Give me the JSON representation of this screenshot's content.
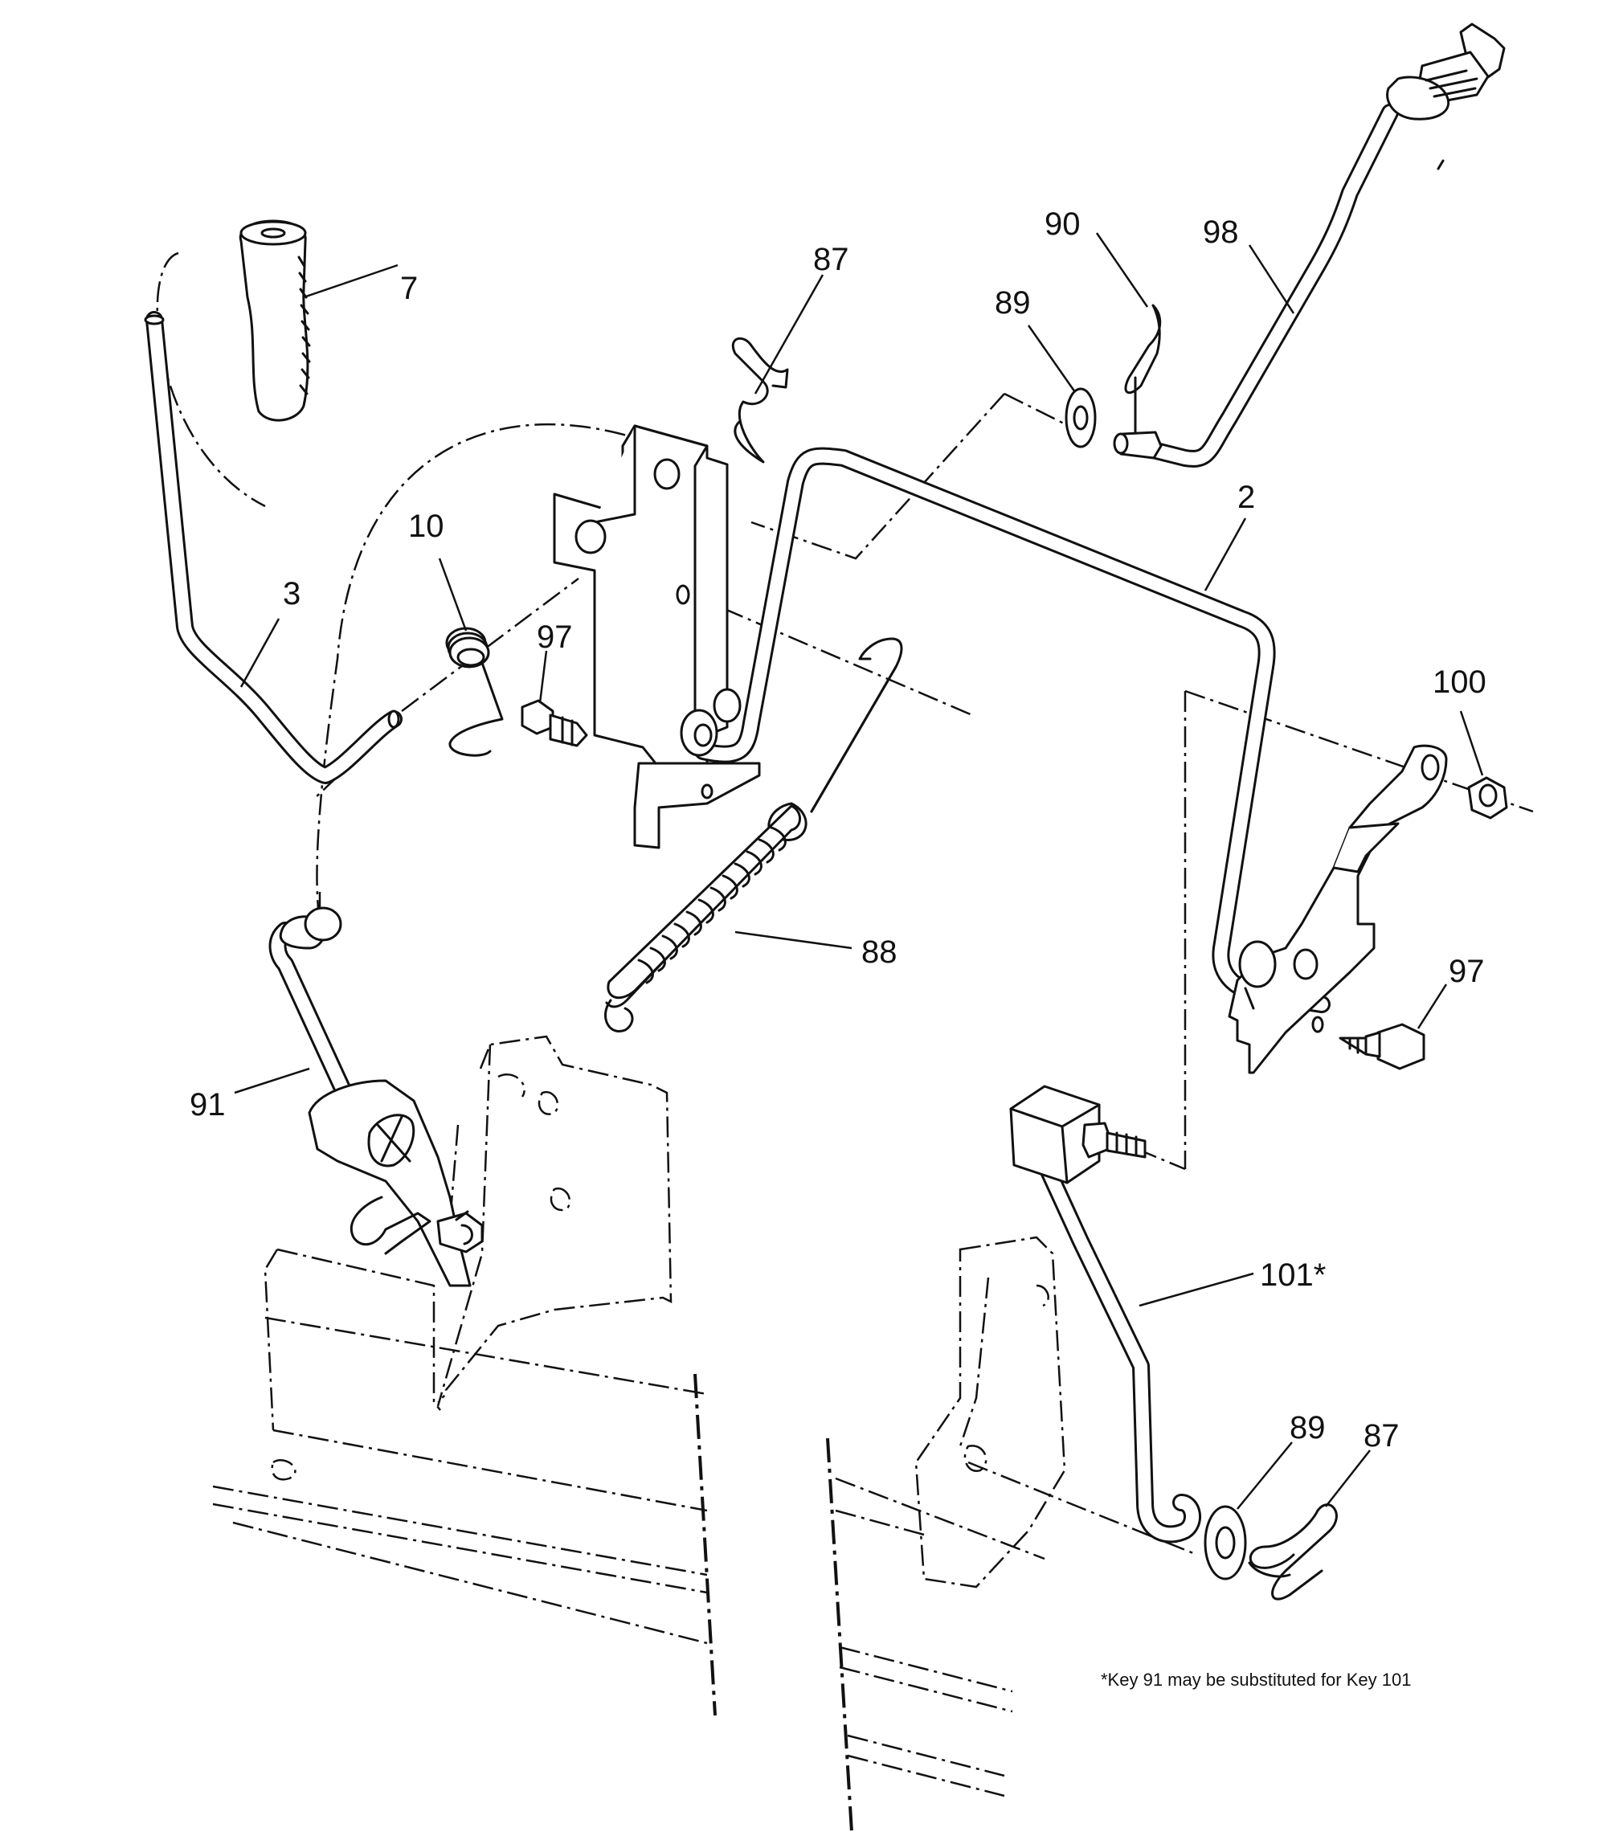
{
  "callouts": {
    "k7": "7",
    "k87a": "87",
    "k90": "90",
    "k98": "98",
    "k89a": "89",
    "k2": "2",
    "k10": "10",
    "k3": "3",
    "k97a": "97",
    "k100": "100",
    "k88": "88",
    "k97b": "97",
    "k91": "91",
    "k101": "101*",
    "k89b": "89",
    "k87b": "87"
  },
  "footnote": "*Key 91 may be substituted for Key 101"
}
